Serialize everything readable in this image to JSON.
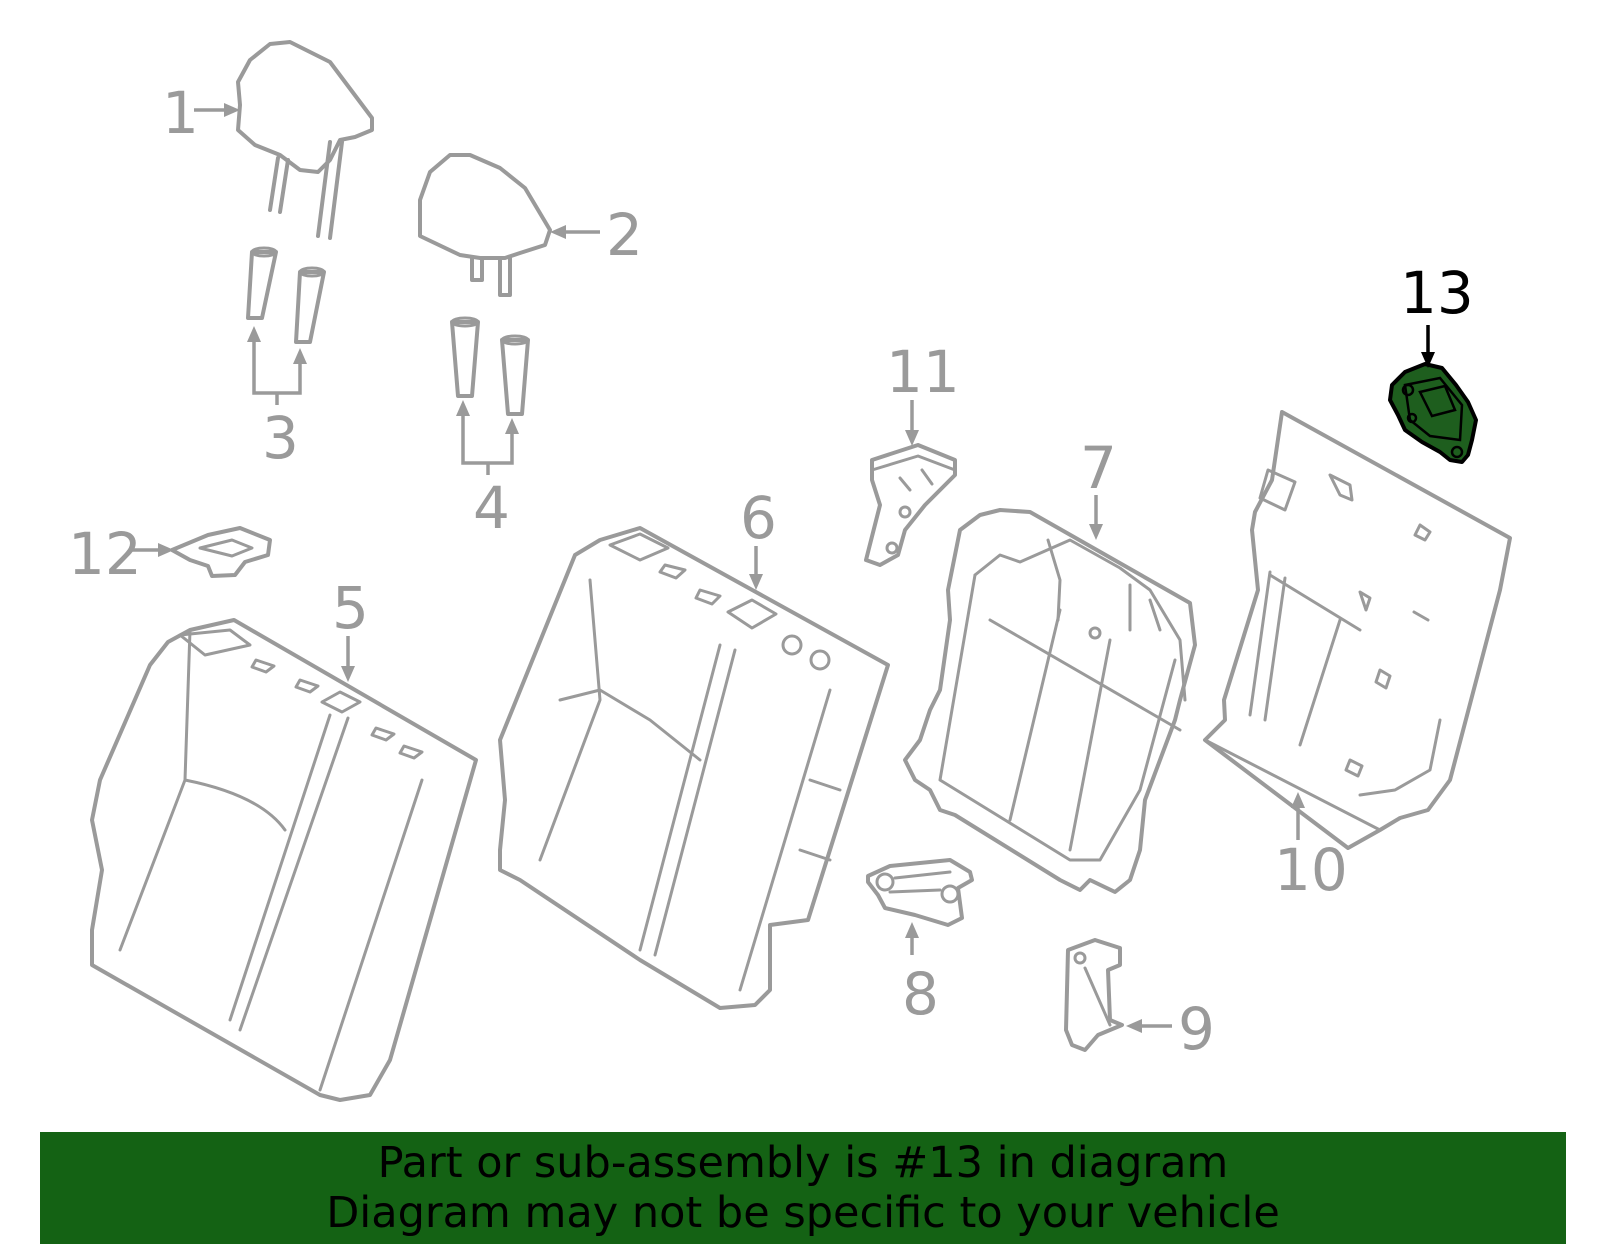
{
  "diagram": {
    "callouts": [
      {
        "id": "1",
        "label": "1"
      },
      {
        "id": "2",
        "label": "2"
      },
      {
        "id": "3",
        "label": "3"
      },
      {
        "id": "4",
        "label": "4"
      },
      {
        "id": "5",
        "label": "5"
      },
      {
        "id": "6",
        "label": "6"
      },
      {
        "id": "7",
        "label": "7"
      },
      {
        "id": "8",
        "label": "8"
      },
      {
        "id": "9",
        "label": "9"
      },
      {
        "id": "10",
        "label": "10"
      },
      {
        "id": "11",
        "label": "11"
      },
      {
        "id": "12",
        "label": "12"
      },
      {
        "id": "13",
        "label": "13",
        "highlighted": true
      }
    ],
    "colors": {
      "part_stroke": "#9a9a9a",
      "highlight_fill": "#1e5e1e",
      "highlight_text": "#000000",
      "banner_bg": "#146214"
    }
  },
  "banner": {
    "line1": "Part or sub-assembly is #13 in diagram",
    "line2": "Diagram may not be specific to your vehicle"
  }
}
